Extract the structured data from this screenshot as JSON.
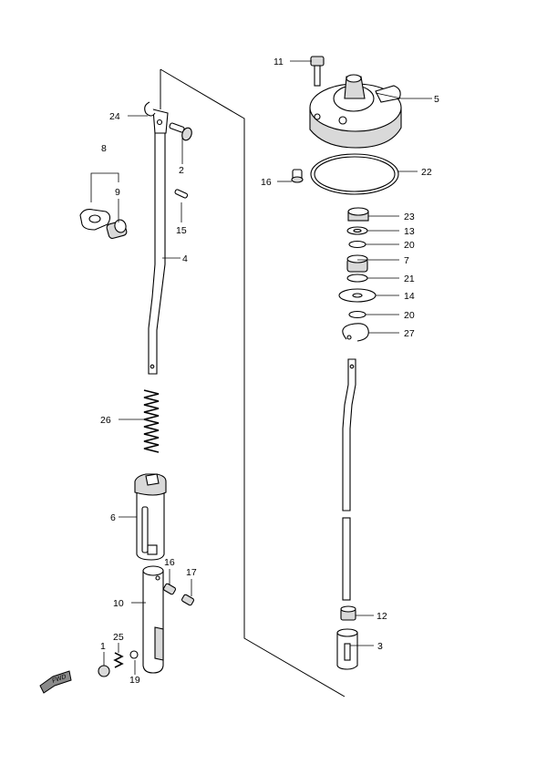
{
  "labels": {
    "p1": "1",
    "p2": "2",
    "p3": "3",
    "p4": "4",
    "p5": "5",
    "p6": "6",
    "p7": "7",
    "p8": "8",
    "p9": "9",
    "p10": "10",
    "p11": "11",
    "p12": "12",
    "p13": "13",
    "p14": "14",
    "p15": "15",
    "p16a": "16",
    "p16b": "16",
    "p17": "17",
    "p19": "19",
    "p20a": "20",
    "p20b": "20",
    "p21": "21",
    "p22": "22",
    "p23": "23",
    "p24": "24",
    "p25": "25",
    "p26": "26",
    "p27": "27"
  },
  "fwd_label": "FWD"
}
